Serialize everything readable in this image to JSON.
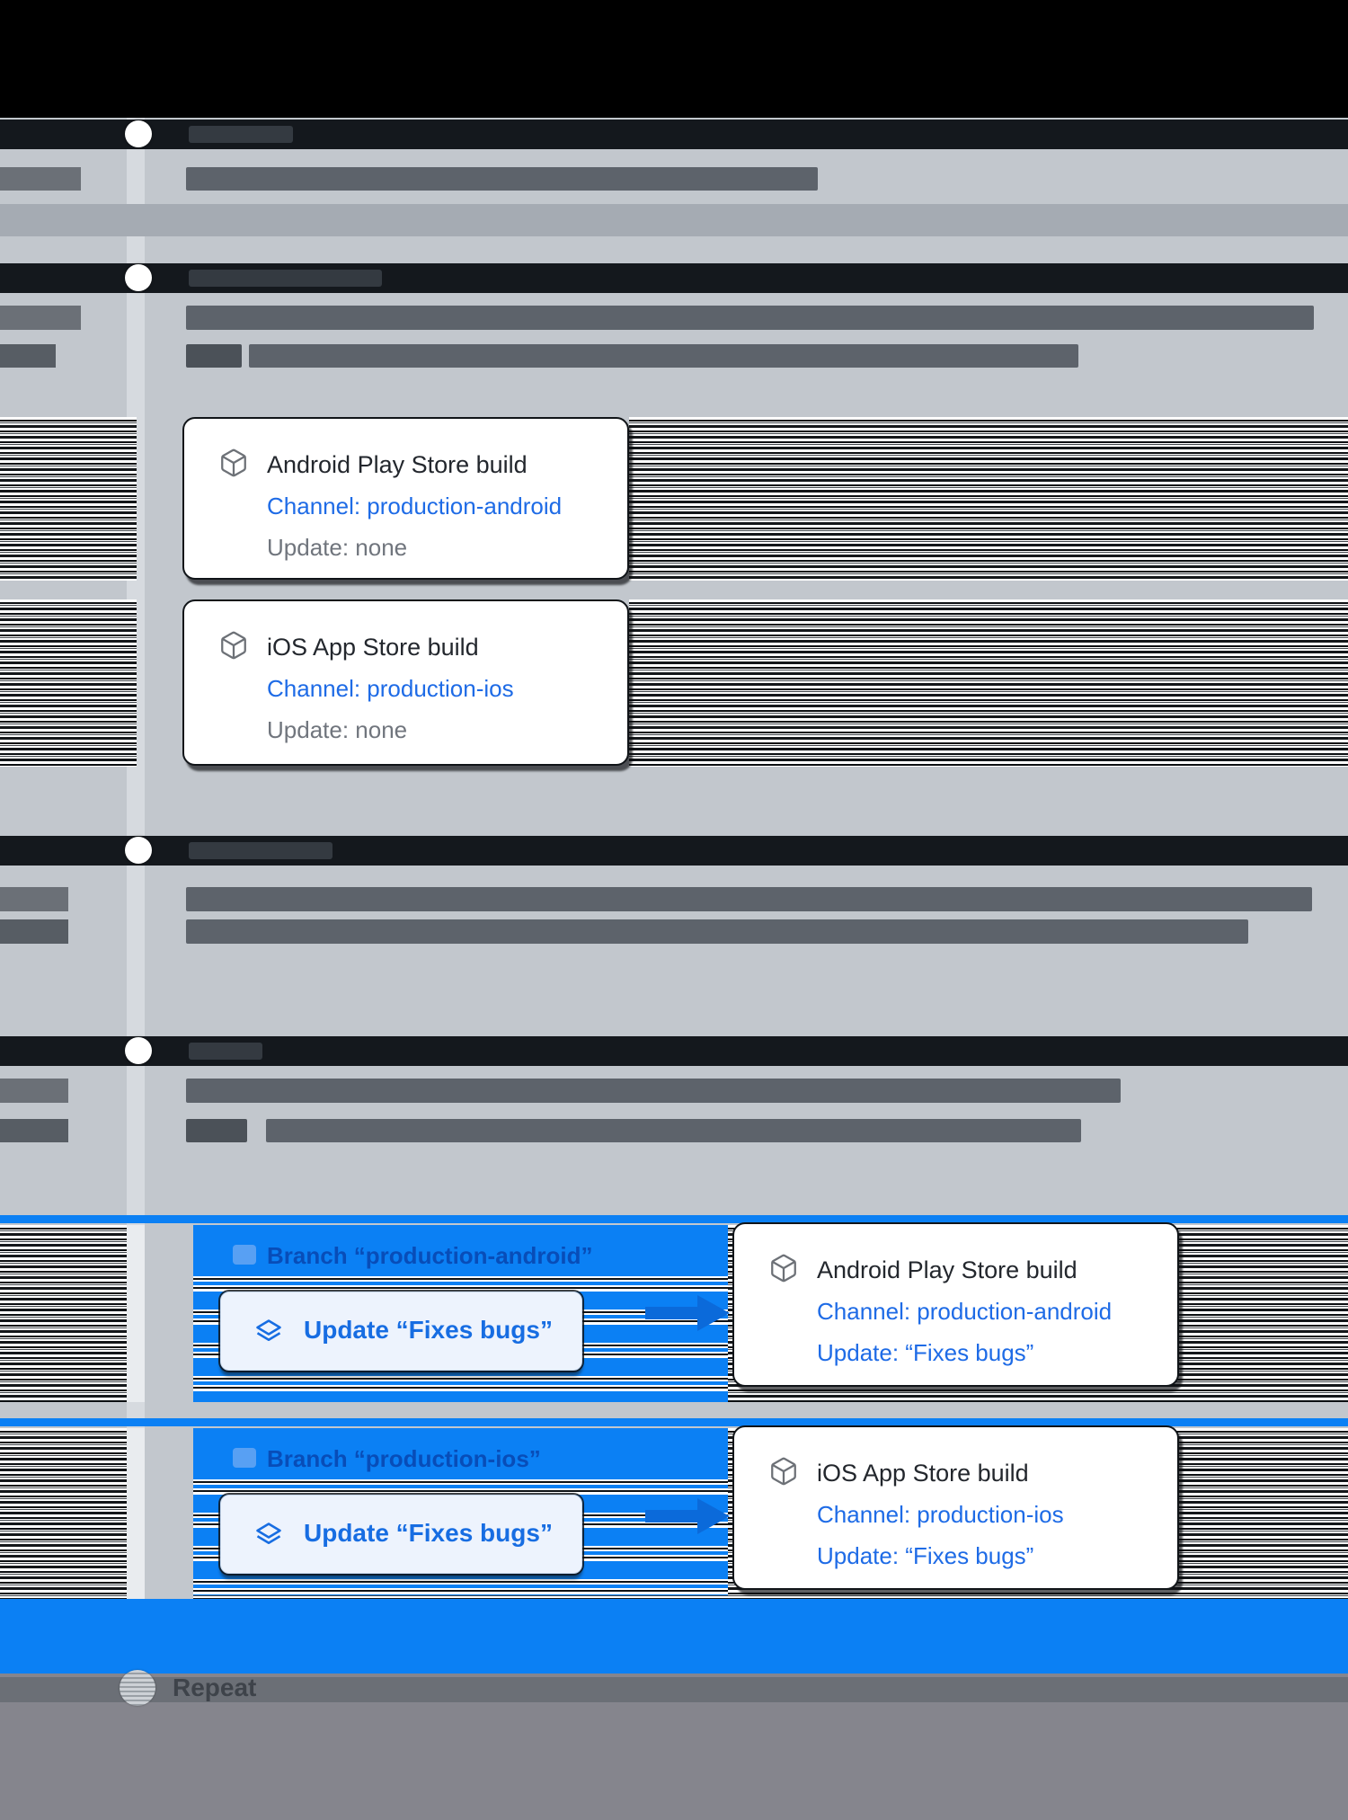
{
  "colors": {
    "page_bg": "#c2c7cd",
    "accent_blue": "#0b80f4",
    "link_blue": "#1e6be6",
    "button_text_blue": "#176de2",
    "branch_label_blue": "#084db8",
    "muted_text": "#70757d",
    "card_title": "#23272d",
    "footer_bg": "#85858d"
  },
  "icons": {
    "build_card": "package-icon",
    "update_button": "layers-icon",
    "branch_label": "branch-icon",
    "flow": "arrow-right-icon",
    "footer": "sphere-icon"
  },
  "cards": [
    {
      "title": "Android Play Store build",
      "channel": "Channel: production-android",
      "update": "Update: none"
    },
    {
      "title": "iOS App Store build",
      "channel": "Channel: production-ios",
      "update": "Update: none"
    },
    {
      "title": "Android Play Store build",
      "channel": "Channel: production-android",
      "update": "Update: “Fixes bugs”"
    },
    {
      "title": "iOS App Store build",
      "channel": "Channel: production-ios",
      "update": "Update: “Fixes bugs”"
    }
  ],
  "groups": [
    {
      "label": "Branch “production-android”",
      "button_label": "Update “Fixes bugs”"
    },
    {
      "label": "Branch “production-ios”",
      "button_label": "Update “Fixes bugs”"
    }
  ],
  "footer_heading": "Repeat"
}
